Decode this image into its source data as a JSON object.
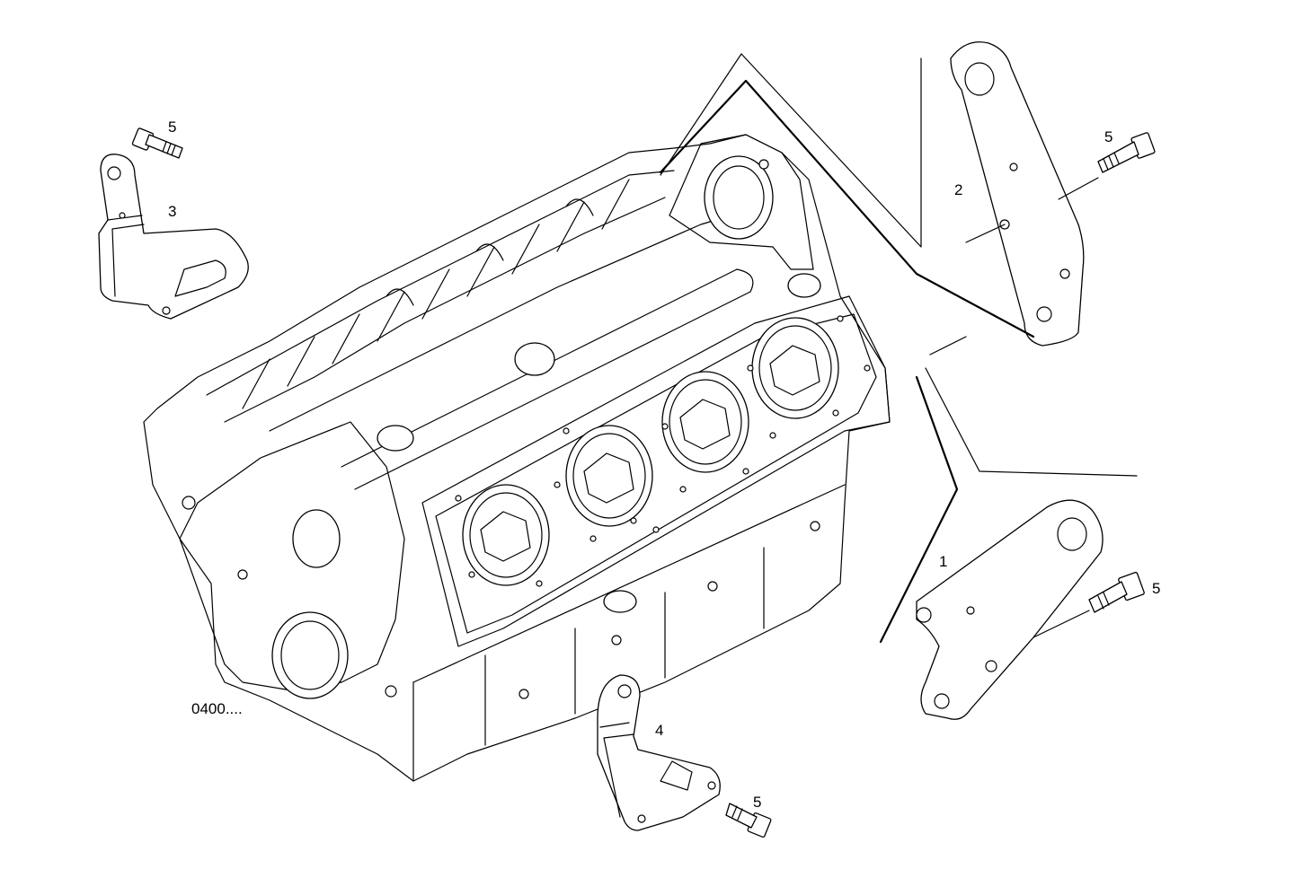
{
  "diagram": {
    "reference_label": "0400....",
    "callouts": {
      "bracket_1": "1",
      "bracket_2": "2",
      "bracket_3": "3",
      "bracket_4": "4",
      "screw_top_left": "5",
      "screw_top_right": "5",
      "screw_right": "5",
      "screw_bottom": "5"
    }
  }
}
